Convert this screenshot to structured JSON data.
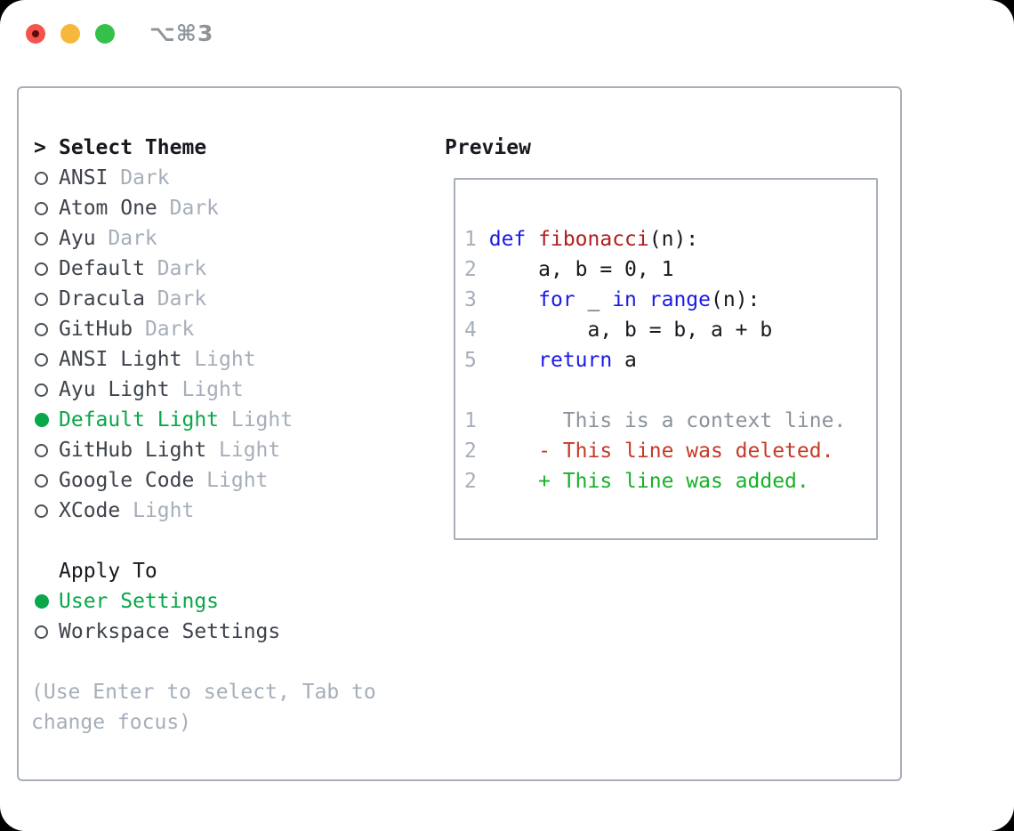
{
  "titlebar": {
    "title": "⌥⌘3"
  },
  "theme_panel": {
    "header": {
      "cursor": ">",
      "label": "Select Theme"
    },
    "items": [
      {
        "name": "ANSI",
        "variant": "Dark",
        "selected": false
      },
      {
        "name": "Atom One",
        "variant": "Dark",
        "selected": false
      },
      {
        "name": "Ayu",
        "variant": "Dark",
        "selected": false
      },
      {
        "name": "Default",
        "variant": "Dark",
        "selected": false
      },
      {
        "name": "Dracula",
        "variant": "Dark",
        "selected": false
      },
      {
        "name": "GitHub",
        "variant": "Dark",
        "selected": false
      },
      {
        "name": "ANSI Light",
        "variant": "Light",
        "selected": false
      },
      {
        "name": "Ayu Light",
        "variant": "Light",
        "selected": false
      },
      {
        "name": "Default Light",
        "variant": "Light",
        "selected": true
      },
      {
        "name": "GitHub Light",
        "variant": "Light",
        "selected": false
      },
      {
        "name": "Google Code",
        "variant": "Light",
        "selected": false
      },
      {
        "name": "XCode",
        "variant": "Light",
        "selected": false
      }
    ],
    "apply_to": {
      "label": "Apply To",
      "options": [
        {
          "name": "User Settings",
          "selected": true
        },
        {
          "name": "Workspace Settings",
          "selected": false
        }
      ]
    },
    "hint_lines": [
      "(Use Enter to select, Tab to",
      "change focus)"
    ]
  },
  "preview": {
    "heading": "Preview",
    "lines": [
      {
        "segs": [
          {
            "t": "1",
            "c": "num"
          },
          {
            "t": " ",
            "c": "pl"
          },
          {
            "t": "def",
            "c": "kw"
          },
          {
            "t": " ",
            "c": "pl"
          },
          {
            "t": "fibonacci",
            "c": "fn"
          },
          {
            "t": "(n):",
            "c": "pl"
          }
        ]
      },
      {
        "segs": [
          {
            "t": "2",
            "c": "num"
          },
          {
            "t": "     a, b = 0, 1",
            "c": "pl"
          }
        ]
      },
      {
        "segs": [
          {
            "t": "3",
            "c": "num"
          },
          {
            "t": "     ",
            "c": "pl"
          },
          {
            "t": "for",
            "c": "kw"
          },
          {
            "t": " _ ",
            "c": "pl"
          },
          {
            "t": "in",
            "c": "kw"
          },
          {
            "t": " ",
            "c": "pl"
          },
          {
            "t": "range",
            "c": "kw"
          },
          {
            "t": "(n):",
            "c": "pl"
          }
        ]
      },
      {
        "segs": [
          {
            "t": "4",
            "c": "num"
          },
          {
            "t": "         a, b = b, a + b",
            "c": "pl"
          }
        ]
      },
      {
        "segs": [
          {
            "t": "5",
            "c": "num"
          },
          {
            "t": "     ",
            "c": "pl"
          },
          {
            "t": "return",
            "c": "kw"
          },
          {
            "t": " a",
            "c": "pl"
          }
        ]
      },
      {
        "segs": []
      },
      {
        "segs": [
          {
            "t": "1",
            "c": "num"
          },
          {
            "t": "       This is a context line.",
            "c": "ctx"
          }
        ]
      },
      {
        "segs": [
          {
            "t": "2",
            "c": "num"
          },
          {
            "t": "     ",
            "c": "pl"
          },
          {
            "t": "- This line was deleted.",
            "c": "del"
          }
        ]
      },
      {
        "segs": [
          {
            "t": "2",
            "c": "num"
          },
          {
            "t": "     ",
            "c": "pl"
          },
          {
            "t": "+ This line was added.",
            "c": "add"
          }
        ]
      }
    ]
  },
  "colors": {
    "page_bg": "#000000",
    "window_bg": "#ffffff",
    "border_gray": "#a8afb9",
    "text_dark": "#17191e",
    "item_text": "#3e434b",
    "muted_gray": "#a6aeb9",
    "context_gray": "#8b929b",
    "accent_green": "#0aa64a",
    "diff_added_green": "#17b127",
    "diff_deleted_red": "#c43a28",
    "keyword_blue": "#1b1ae8",
    "function_red": "#b01d1d",
    "radio_stroke": "#4b5058",
    "traffic_red": "#f4544d",
    "traffic_yellow": "#f6b73c",
    "traffic_green": "#35c149",
    "title_gray": "#8f949b",
    "unsaved_dot": "#5a0d08"
  }
}
